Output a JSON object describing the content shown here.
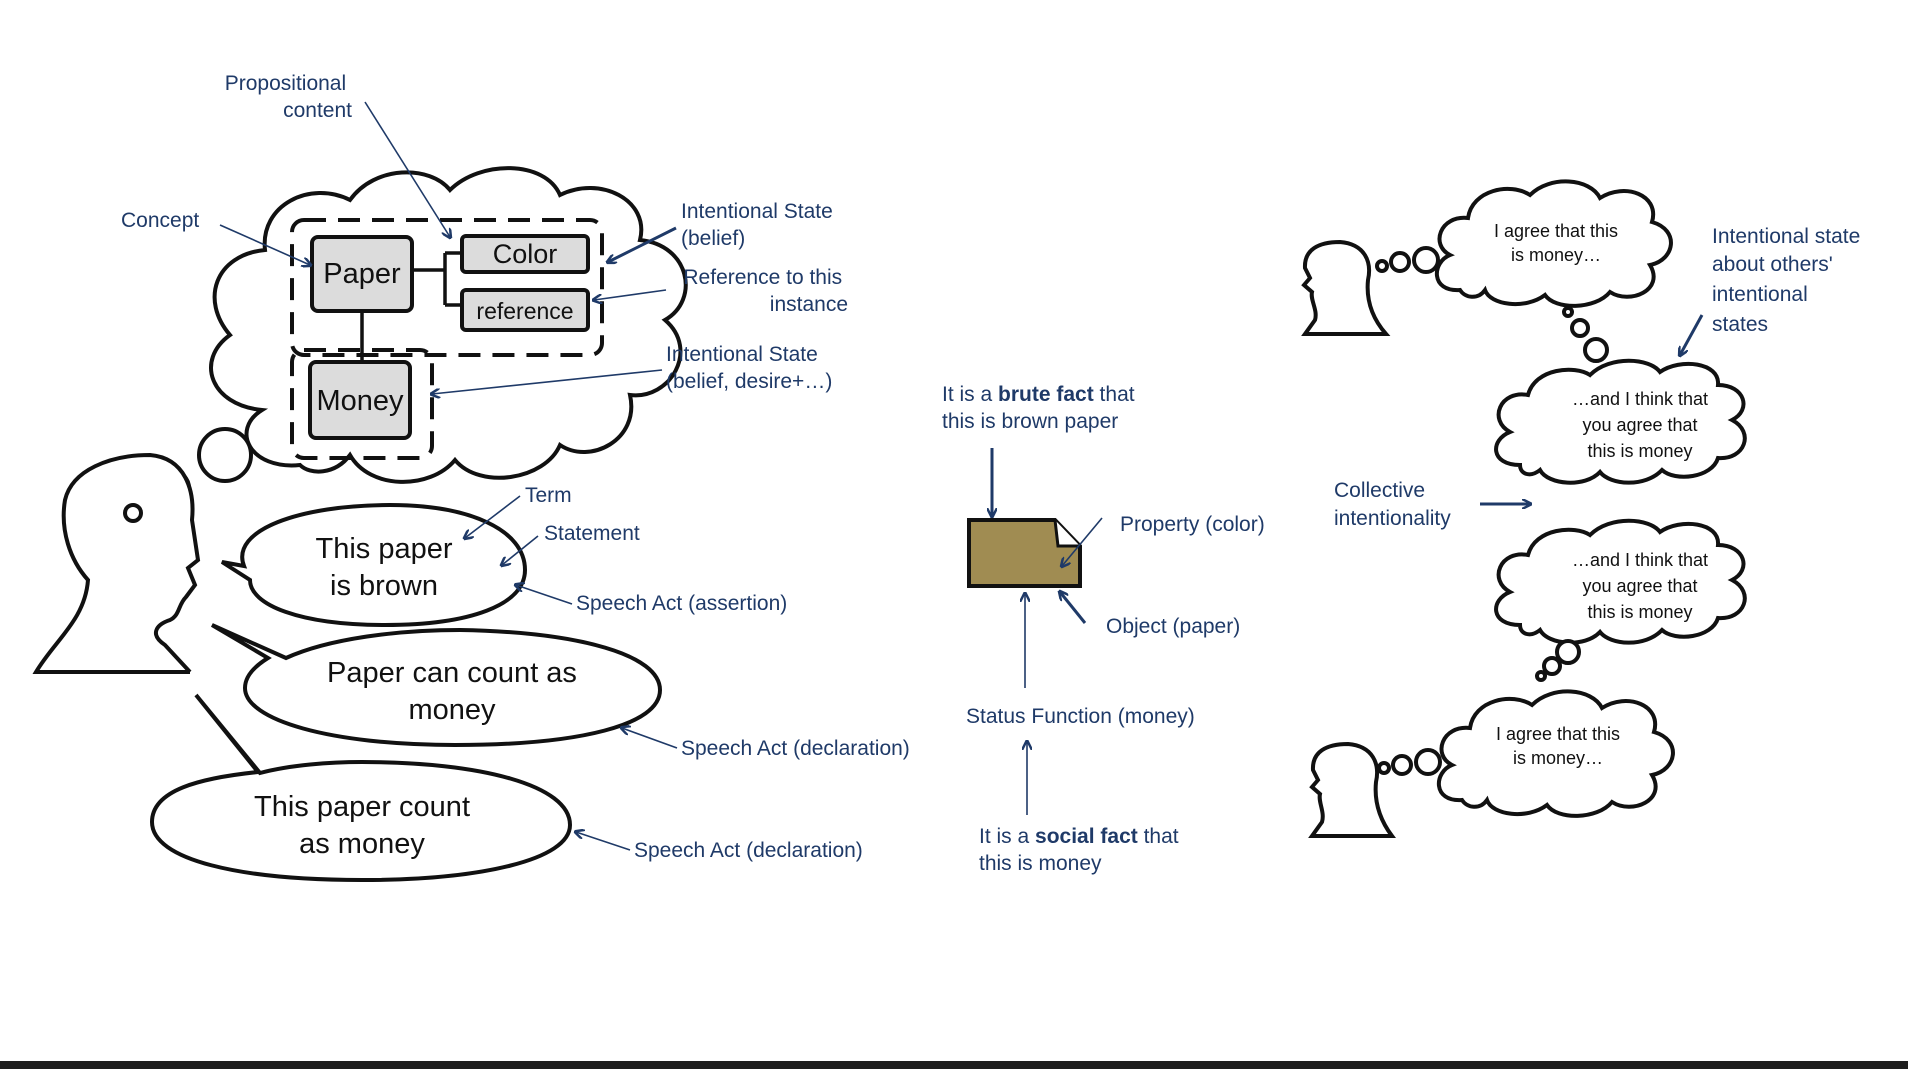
{
  "left": {
    "labels": {
      "propositional_content": [
        "Propositional",
        "content"
      ],
      "concept": "Concept",
      "intentional_state_belief": [
        "Intentional State",
        "(belief)"
      ],
      "reference_to_instance": [
        "Reference to this",
        "instance"
      ],
      "intentional_state_desire": [
        "Intentional State",
        "(belief, desire+…)"
      ],
      "term": "Term",
      "statement": "Statement",
      "speech_act_assertion": "Speech Act (assertion)",
      "speech_act_declaration_1": "Speech Act (declaration)",
      "speech_act_declaration_2": "Speech Act (declaration)"
    },
    "boxes": {
      "paper": "Paper",
      "color": "Color",
      "reference": "reference",
      "money": "Money"
    },
    "speech_bubbles": {
      "brown": [
        "This paper",
        "is brown"
      ],
      "count": [
        "Paper can count as",
        "money"
      ],
      "count_as": [
        "This paper count",
        "as money"
      ]
    }
  },
  "middle": {
    "brute_fact": {
      "prefix": "It is a ",
      "bold": "brute fact",
      "suffix": " that",
      "line2": "this is brown paper"
    },
    "property_label": "Property (color)",
    "object_label": "Object (paper)",
    "status_function": "Status Function (money)",
    "social_fact": {
      "prefix": "It is a ",
      "bold": "social fact",
      "suffix": " that",
      "line2": "this is money"
    },
    "paper_color": "#a08c52"
  },
  "right": {
    "cloud_top": [
      "I agree that this",
      "is money…"
    ],
    "cloud_mid1": [
      "…and I think that",
      "you agree that",
      "this is money"
    ],
    "cloud_mid2": [
      "…and I think that",
      "you agree that",
      "this is money"
    ],
    "cloud_bottom": [
      "I agree that this",
      "is money…"
    ],
    "others_label": [
      "Intentional state",
      "about others'",
      "intentional",
      "states"
    ],
    "collective_label": [
      "Collective",
      "intentionality"
    ]
  },
  "colors": {
    "label_blue": "#1f3a68",
    "box_gray": "#dcdcdc"
  }
}
